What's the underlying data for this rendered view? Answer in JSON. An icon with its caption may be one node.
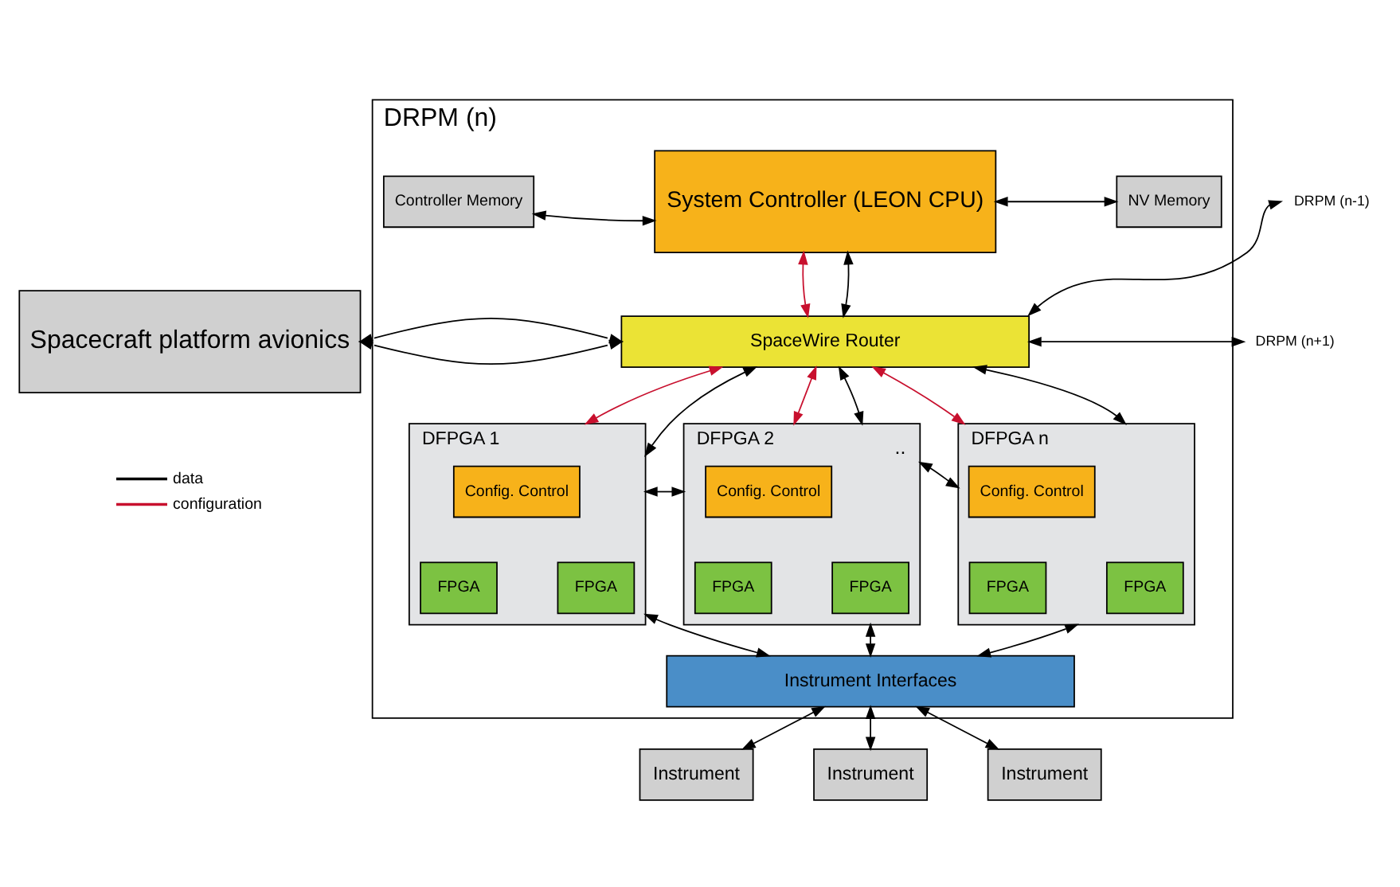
{
  "diagram": {
    "nodes": [
      {
        "text": [
          "DRPM (n)"
        ]
      },
      {
        "text": [
          "System Controller (LEON CPU)"
        ],
        "in": 0
      },
      {
        "text": [
          "NV Memory"
        ],
        "in": 0
      },
      {
        "text": [
          "Controller Memory"
        ],
        "in": 0
      },
      {
        "text": [
          "SpaceWire Router"
        ],
        "in": 0
      },
      {
        "text": [
          "DFPGA 1"
        ],
        "in": 0
      },
      {
        "text": [
          "Config. Control"
        ],
        "in": 5
      },
      {
        "text": [
          "FPGA"
        ],
        "in": 5
      },
      {
        "text": [
          "FPGA"
        ],
        "in": 5
      },
      {
        "text": [
          "DFPGA 2"
        ],
        "in": 0
      },
      {
        "text": [
          "Config. Control"
        ],
        "in": 9
      },
      {
        "text": [
          "FPGA"
        ],
        "in": 9
      },
      {
        "text": [
          "FPGA"
        ],
        "in": 9
      },
      {
        "text": [
          "DFPGA n"
        ],
        "in": 0
      },
      {
        "text": [
          "Config. Control"
        ],
        "in": 13
      },
      {
        "text": [
          "FPGA"
        ],
        "in": 13
      },
      {
        "text": [
          "FPGA"
        ],
        "in": 13
      },
      {
        "text": [
          "Instrument Interfaces"
        ],
        "in": 0
      },
      {
        "text": [
          "Spacecraft platform avionics"
        ]
      },
      {
        "text": [
          "DRPM (n-1)"
        ]
      },
      {
        "text": [
          "DRPM (n+1)"
        ]
      },
      {
        "text": [
          "Instrument"
        ]
      },
      {
        "text": [
          "Instrument"
        ]
      },
      {
        "text": [
          "Instrument"
        ]
      }
    ],
    "edges": [
      {
        "from": 1,
        "to": 2,
        "arrow": "both"
      },
      {
        "from": 1,
        "to": 3,
        "arrow": "both"
      },
      {
        "from": 1,
        "to": 4,
        "arrow": "both",
        "color": "#c8102e"
      },
      {
        "from": 1,
        "to": 4,
        "arrow": "both"
      },
      {
        "from": 18,
        "to": 4,
        "arrow": "both"
      },
      {
        "from": 18,
        "to": 4,
        "arrow": "both"
      },
      {
        "from": 4,
        "to": 19,
        "arrow": "both"
      },
      {
        "from": 4,
        "to": 20,
        "arrow": "both"
      },
      {
        "from": 4,
        "to": 5,
        "arrow": "both",
        "color": "#c8102e"
      },
      {
        "from": 4,
        "to": 5,
        "arrow": "both"
      },
      {
        "from": 4,
        "to": 9,
        "arrow": "both",
        "color": "#c8102e"
      },
      {
        "from": 4,
        "to": 9,
        "arrow": "both"
      },
      {
        "from": 4,
        "to": 13,
        "arrow": "both",
        "color": "#c8102e"
      },
      {
        "from": 4,
        "to": 13,
        "arrow": "both"
      },
      {
        "from": 5,
        "to": 9,
        "arrow": "both"
      },
      {
        "from": 9,
        "to": 13,
        "arrow": "both",
        "label": ".."
      },
      {
        "from": 5,
        "to": 17,
        "arrow": "both"
      },
      {
        "from": 9,
        "to": 17,
        "arrow": "both"
      },
      {
        "from": 13,
        "to": 17,
        "arrow": "both"
      },
      {
        "from": 17,
        "to": 21,
        "arrow": "both"
      },
      {
        "from": 17,
        "to": 22,
        "arrow": "both"
      },
      {
        "from": 17,
        "to": 23,
        "arrow": "both"
      }
    ],
    "legend": [
      {
        "text": "data"
      },
      {
        "text": "configuration"
      }
    ]
  }
}
